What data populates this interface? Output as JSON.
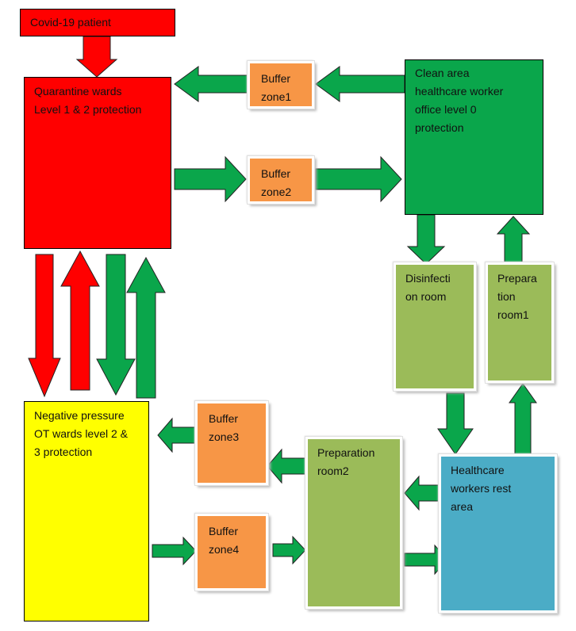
{
  "diagram": {
    "nodes": {
      "patient": {
        "label": "Covid-19 patient",
        "fill": "#ff0000"
      },
      "quarantine": {
        "label": "Quarantine wards\nLevel 1 & 2 protection",
        "fill": "#ff0000"
      },
      "buffer1": {
        "label": "Buffer\nzone1",
        "fill": "#f79646"
      },
      "buffer2": {
        "label": "Buffer\nzone2",
        "fill": "#f79646"
      },
      "clean": {
        "label": "Clean area\nhealthcare worker\noffice level 0\nprotection",
        "fill": "#0aa64b"
      },
      "disinfect": {
        "label": "Disinfecti\non room",
        "fill": "#9bbb59"
      },
      "prep1": {
        "label": "Prepara\ntion\nroom1",
        "fill": "#9bbb59"
      },
      "negative": {
        "label": "Negative pressure\nOT wards level 2 &\n3 protection",
        "fill": "#ffff00"
      },
      "buffer3": {
        "label": "Buffer\nzone3",
        "fill": "#f79646"
      },
      "buffer4": {
        "label": "Buffer\nzone4",
        "fill": "#f79646"
      },
      "prep2": {
        "label": "Preparation\nroom2",
        "fill": "#9bbb59"
      },
      "rest": {
        "label": "Healthcare\nworkers rest\narea",
        "fill": "#4bacc6"
      }
    },
    "edges": [
      {
        "id": "patient-to-quarantine",
        "from": "patient",
        "to": "quarantine",
        "color": "#ff0000"
      },
      {
        "id": "clean-to-buffer1",
        "from": "clean",
        "to": "buffer1",
        "color": "#0aa64b"
      },
      {
        "id": "buffer1-to-quarantine",
        "from": "buffer1",
        "to": "quarantine",
        "color": "#0aa64b"
      },
      {
        "id": "quarantine-to-buffer2",
        "from": "quarantine",
        "to": "buffer2",
        "color": "#0aa64b"
      },
      {
        "id": "buffer2-to-clean",
        "from": "buffer2",
        "to": "clean",
        "color": "#0aa64b"
      },
      {
        "id": "clean-to-disinfect",
        "from": "clean",
        "to": "disinfect",
        "color": "#0aa64b"
      },
      {
        "id": "prep1-to-clean",
        "from": "prep1",
        "to": "clean",
        "color": "#0aa64b"
      },
      {
        "id": "quarantine-to-negative-red",
        "from": "quarantine",
        "to": "negative",
        "color": "#ff0000"
      },
      {
        "id": "negative-to-quarantine-red",
        "from": "negative",
        "to": "quarantine",
        "color": "#ff0000"
      },
      {
        "id": "quarantine-to-negative-green",
        "from": "quarantine",
        "to": "negative",
        "color": "#0aa64b"
      },
      {
        "id": "negative-to-quarantine-green",
        "from": "negative",
        "to": "quarantine",
        "color": "#0aa64b"
      },
      {
        "id": "disinfect-to-rest",
        "from": "disinfect",
        "to": "rest",
        "color": "#0aa64b"
      },
      {
        "id": "rest-to-prep1",
        "from": "rest",
        "to": "prep1",
        "color": "#0aa64b"
      },
      {
        "id": "buffer3-to-negative",
        "from": "buffer3",
        "to": "negative",
        "color": "#0aa64b"
      },
      {
        "id": "prep2-to-buffer3",
        "from": "prep2",
        "to": "buffer3",
        "color": "#0aa64b"
      },
      {
        "id": "rest-to-prep2",
        "from": "rest",
        "to": "prep2",
        "color": "#0aa64b"
      },
      {
        "id": "negative-to-buffer4",
        "from": "negative",
        "to": "buffer4",
        "color": "#0aa64b"
      },
      {
        "id": "buffer4-to-prep2",
        "from": "buffer4",
        "to": "prep2",
        "color": "#0aa64b"
      },
      {
        "id": "prep2-to-rest",
        "from": "prep2",
        "to": "rest",
        "color": "#0aa64b"
      }
    ]
  }
}
